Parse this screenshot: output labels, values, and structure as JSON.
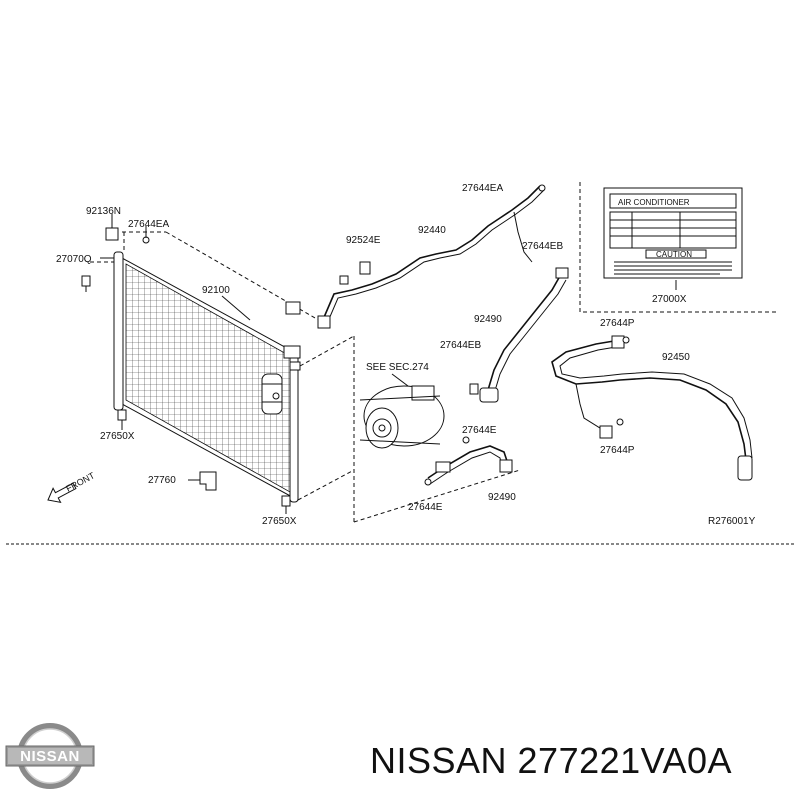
{
  "diagram": {
    "parts": {
      "p92136n": "92136N",
      "p27644ea_left": "27644EA",
      "p27070q": "27070Q",
      "p92100": "92100",
      "p27650x_top": "27650X",
      "p27760": "27760",
      "p27650x_bottom": "27650X",
      "front": "FRONT",
      "p92524e": "92524E",
      "p92440": "92440",
      "p27644ea_top": "27644EA",
      "p27644eb_top": "27644EB",
      "p92490_top": "92490",
      "p27644eb_mid": "27644EB",
      "see_sec": "SEE SEC.274",
      "p27644e_right": "27644E",
      "p27644e_bottom": "27644E",
      "p92490_bottom": "92490",
      "p27644p_top": "27644P",
      "p92450": "92450",
      "p27644p_bottom": "27644P",
      "p27000x": "27000X",
      "ref_code": "R276001Y"
    },
    "label_card": {
      "header": "AIR CONDITIONER",
      "caution": "CAUTION"
    }
  },
  "brand": {
    "logo_text": "NISSAN",
    "part_title": "NISSAN 277221VA0A"
  }
}
